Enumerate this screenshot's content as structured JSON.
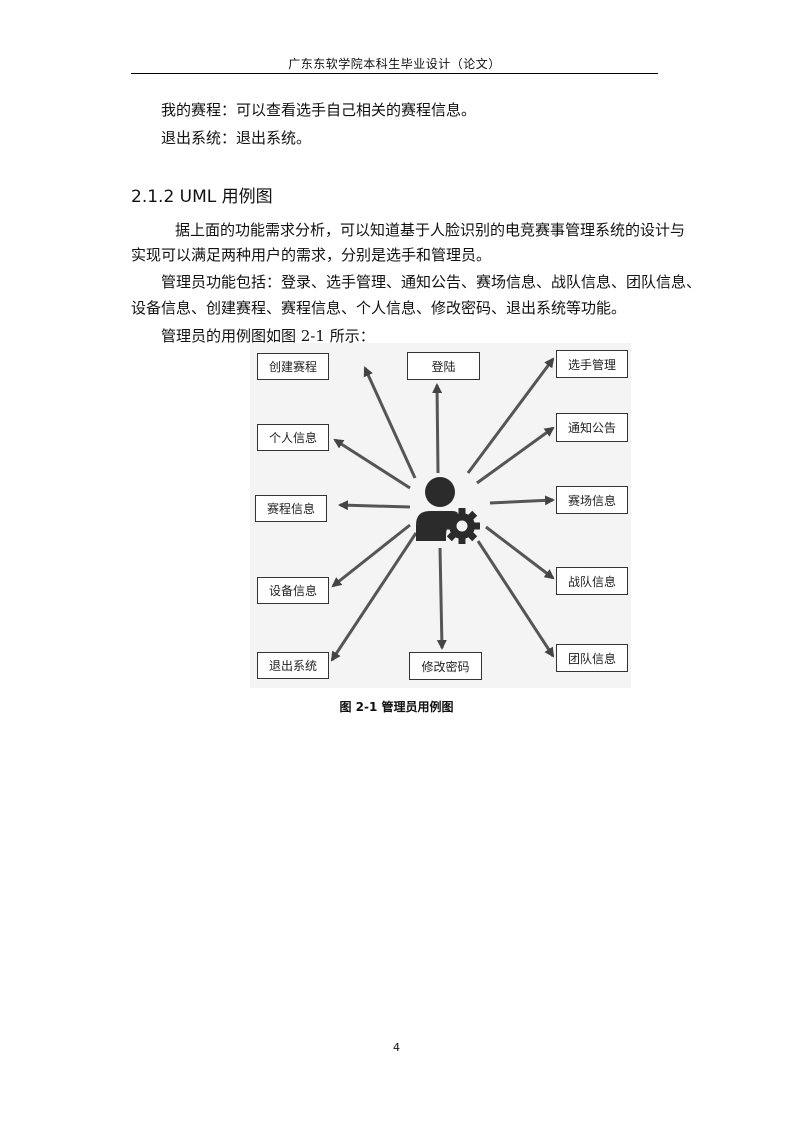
{
  "header": {
    "title": "广东东软学院本科生毕业设计（论文）"
  },
  "paragraphs": {
    "p1": "我的赛程：可以查看选手自己相关的赛程信息。",
    "p2": "退出系统：退出系统。",
    "p3a": "据上面的功能需求分析，可以知道基于人脸识别的电竞赛事管理系统的设计与",
    "p3b": "实现可以满足两种用户的需求，分别是选手和管理员。",
    "p4a": "管理员功能包括：登录、选手管理、通知公告、赛场信息、战队信息、团队信息、",
    "p4b": "设备信息、创建赛程、赛程信息、个人信息、修改密码、退出系统等功能。",
    "p5": "管理员的用例图如图 2-1 所示："
  },
  "section": {
    "heading": "2.1.2 UML 用例图"
  },
  "diagram": {
    "actor_icon": "admin-gear-icon",
    "use_cases": {
      "create_schedule": "创建赛程",
      "personal_info": "个人信息",
      "schedule_info": "赛程信息",
      "device_info": "设备信息",
      "logout": "退出系统",
      "login": "登陆",
      "change_password": "修改密码",
      "player_mgmt": "选手管理",
      "notice": "通知公告",
      "venue_info": "赛场信息",
      "team_info_1": "战队信息",
      "team_info_2": "团队信息"
    }
  },
  "caption": "图 2-1 管理员用例图",
  "page_number": "4"
}
